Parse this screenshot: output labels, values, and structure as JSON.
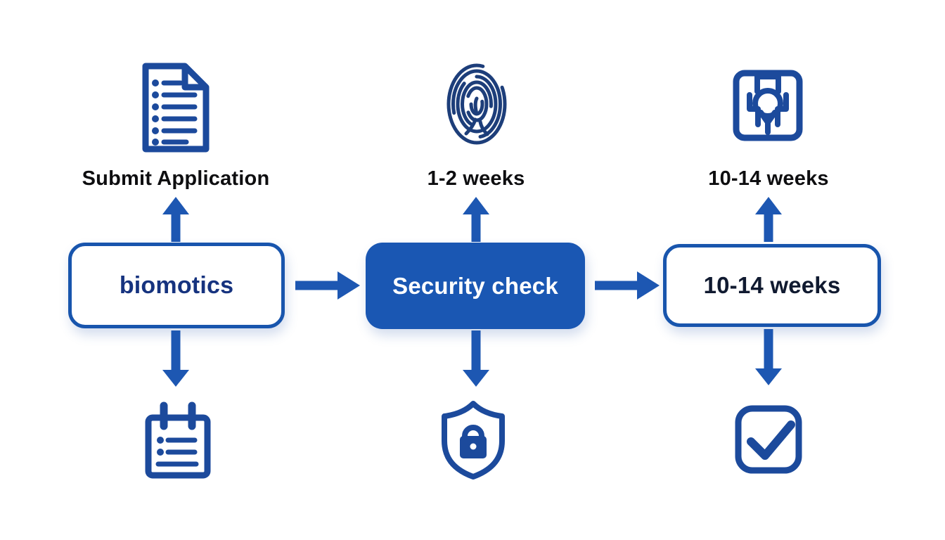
{
  "colors": {
    "arrow_blue": "#1d57b2",
    "outline_blue": "#1855ad",
    "filled_box_blue": "#1a57b3",
    "icon_blue": "#1c4a9c",
    "fingerprint_navy": "#1d3e7a",
    "label_black": "#0e0e10",
    "outline_box_text_1": "#16337f",
    "outline_box_text_3": "#101a30",
    "box_text_light": "#ffffff",
    "background": "#ffffff"
  },
  "diagram": {
    "type": "process-flow",
    "columns": [
      {
        "top_icon": "document-checklist-icon",
        "top_label": "Submit Application",
        "box": {
          "label": "biomotics",
          "style": "outline"
        },
        "bottom_icon": "notepad-list-icon"
      },
      {
        "top_icon": "fingerprint-icon",
        "top_label": "1-2 weeks",
        "box": {
          "label": "Security check",
          "style": "filled"
        },
        "bottom_icon": "shield-lock-icon"
      },
      {
        "top_icon": "person-frame-icon",
        "top_label": "10-14 weeks",
        "box": {
          "label": "10-14 weeks",
          "style": "outline"
        },
        "bottom_icon": "checkbox-check-icon"
      }
    ],
    "connectors": [
      "up-arrow",
      "down-arrow",
      "right-arrow",
      "right-arrow"
    ]
  }
}
